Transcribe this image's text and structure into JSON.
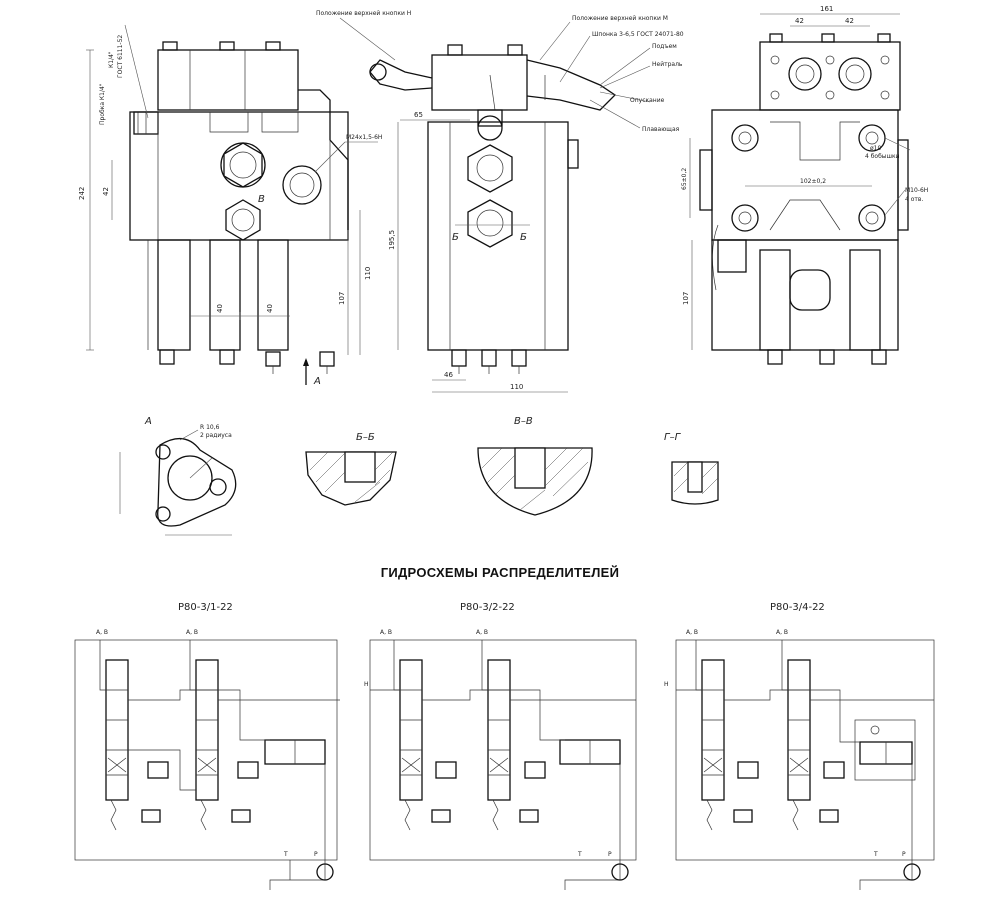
{
  "title": "ГИДРОСХЕМЫ РАСПРЕДЕЛИТЕЛЕЙ",
  "schemes": [
    {
      "name": "Р80-3/1-22",
      "port_ab": "A, B",
      "port_t": "T",
      "port_p": "P"
    },
    {
      "name": "Р80-3/2-22",
      "port_ab": "A, B",
      "port_t": "T",
      "port_p": "P",
      "port_h": "H"
    },
    {
      "name": "Р80-3/4-22",
      "port_ab": "A, B",
      "port_t": "T",
      "port_p": "P",
      "port_h": "H"
    }
  ],
  "front_view": {
    "thread_label_1": "К1/4\"",
    "thread_label_2": "ГОСТ 6111-52",
    "plug_label": "Пробка К1/4\"",
    "thread_m": "М24х1,5-6Н",
    "dim_height": "242",
    "dim_42": "42",
    "dim_110": "110",
    "dim_107": "107",
    "dim_40a": "40",
    "dim_40b": "40",
    "section_v": "В",
    "view_a": "А"
  },
  "side_view": {
    "label_handle_h": "Положение верхней кнопки Н",
    "label_handle_m": "Положение верхней кнопки М",
    "label_key": "Шпонка 3-6,5 ГОСТ 24071-80",
    "label_lift": "Подъем",
    "label_neutral": "Нейтраль",
    "label_lower": "Опускание",
    "label_float": "Плавающая",
    "dim_65": "65",
    "dim_195": "195,5",
    "dim_46": "46",
    "dim_110": "110",
    "section_b": "Б"
  },
  "right_view": {
    "dim_161": "161",
    "dim_42a": "42",
    "dim_42b": "42",
    "dim_phi10": "ø10",
    "note_holes": "4 бобышки",
    "dim_102": "102±0,2",
    "thread_m10": "М10-6Н",
    "note_4": "4 отв.",
    "dim_65": "65±0,2",
    "dim_107": "107"
  },
  "details": [
    {
      "name": "А",
      "notes": [
        "R 10,6",
        "2 радиуса"
      ]
    },
    {
      "name": "Б–Б"
    },
    {
      "name": "В–В"
    },
    {
      "name": "Г–Г"
    }
  ]
}
